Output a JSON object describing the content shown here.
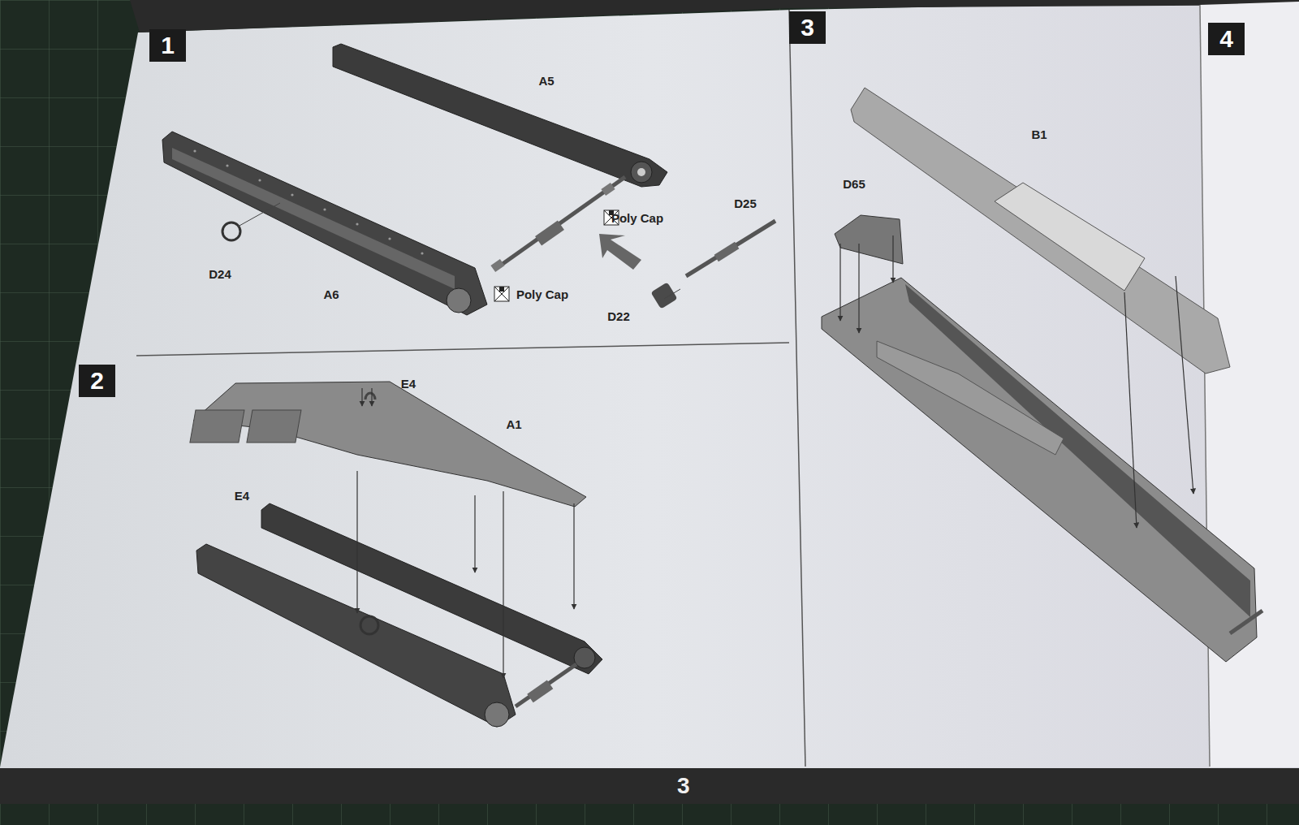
{
  "diagram": {
    "nodes": [
      {
        "text": [
          "1"
        ]
      },
      {
        "text": [
          "2"
        ]
      },
      {
        "text": [
          "3"
        ]
      },
      {
        "text": [
          "4"
        ]
      },
      {
        "text": [
          "3"
        ]
      }
    ],
    "labels": [
      "A5",
      "Poly Cap",
      "D25",
      "D24",
      "A6",
      "Poly Cap",
      "D22",
      "E4",
      "A1",
      "E4",
      "D65",
      "B1"
    ]
  }
}
